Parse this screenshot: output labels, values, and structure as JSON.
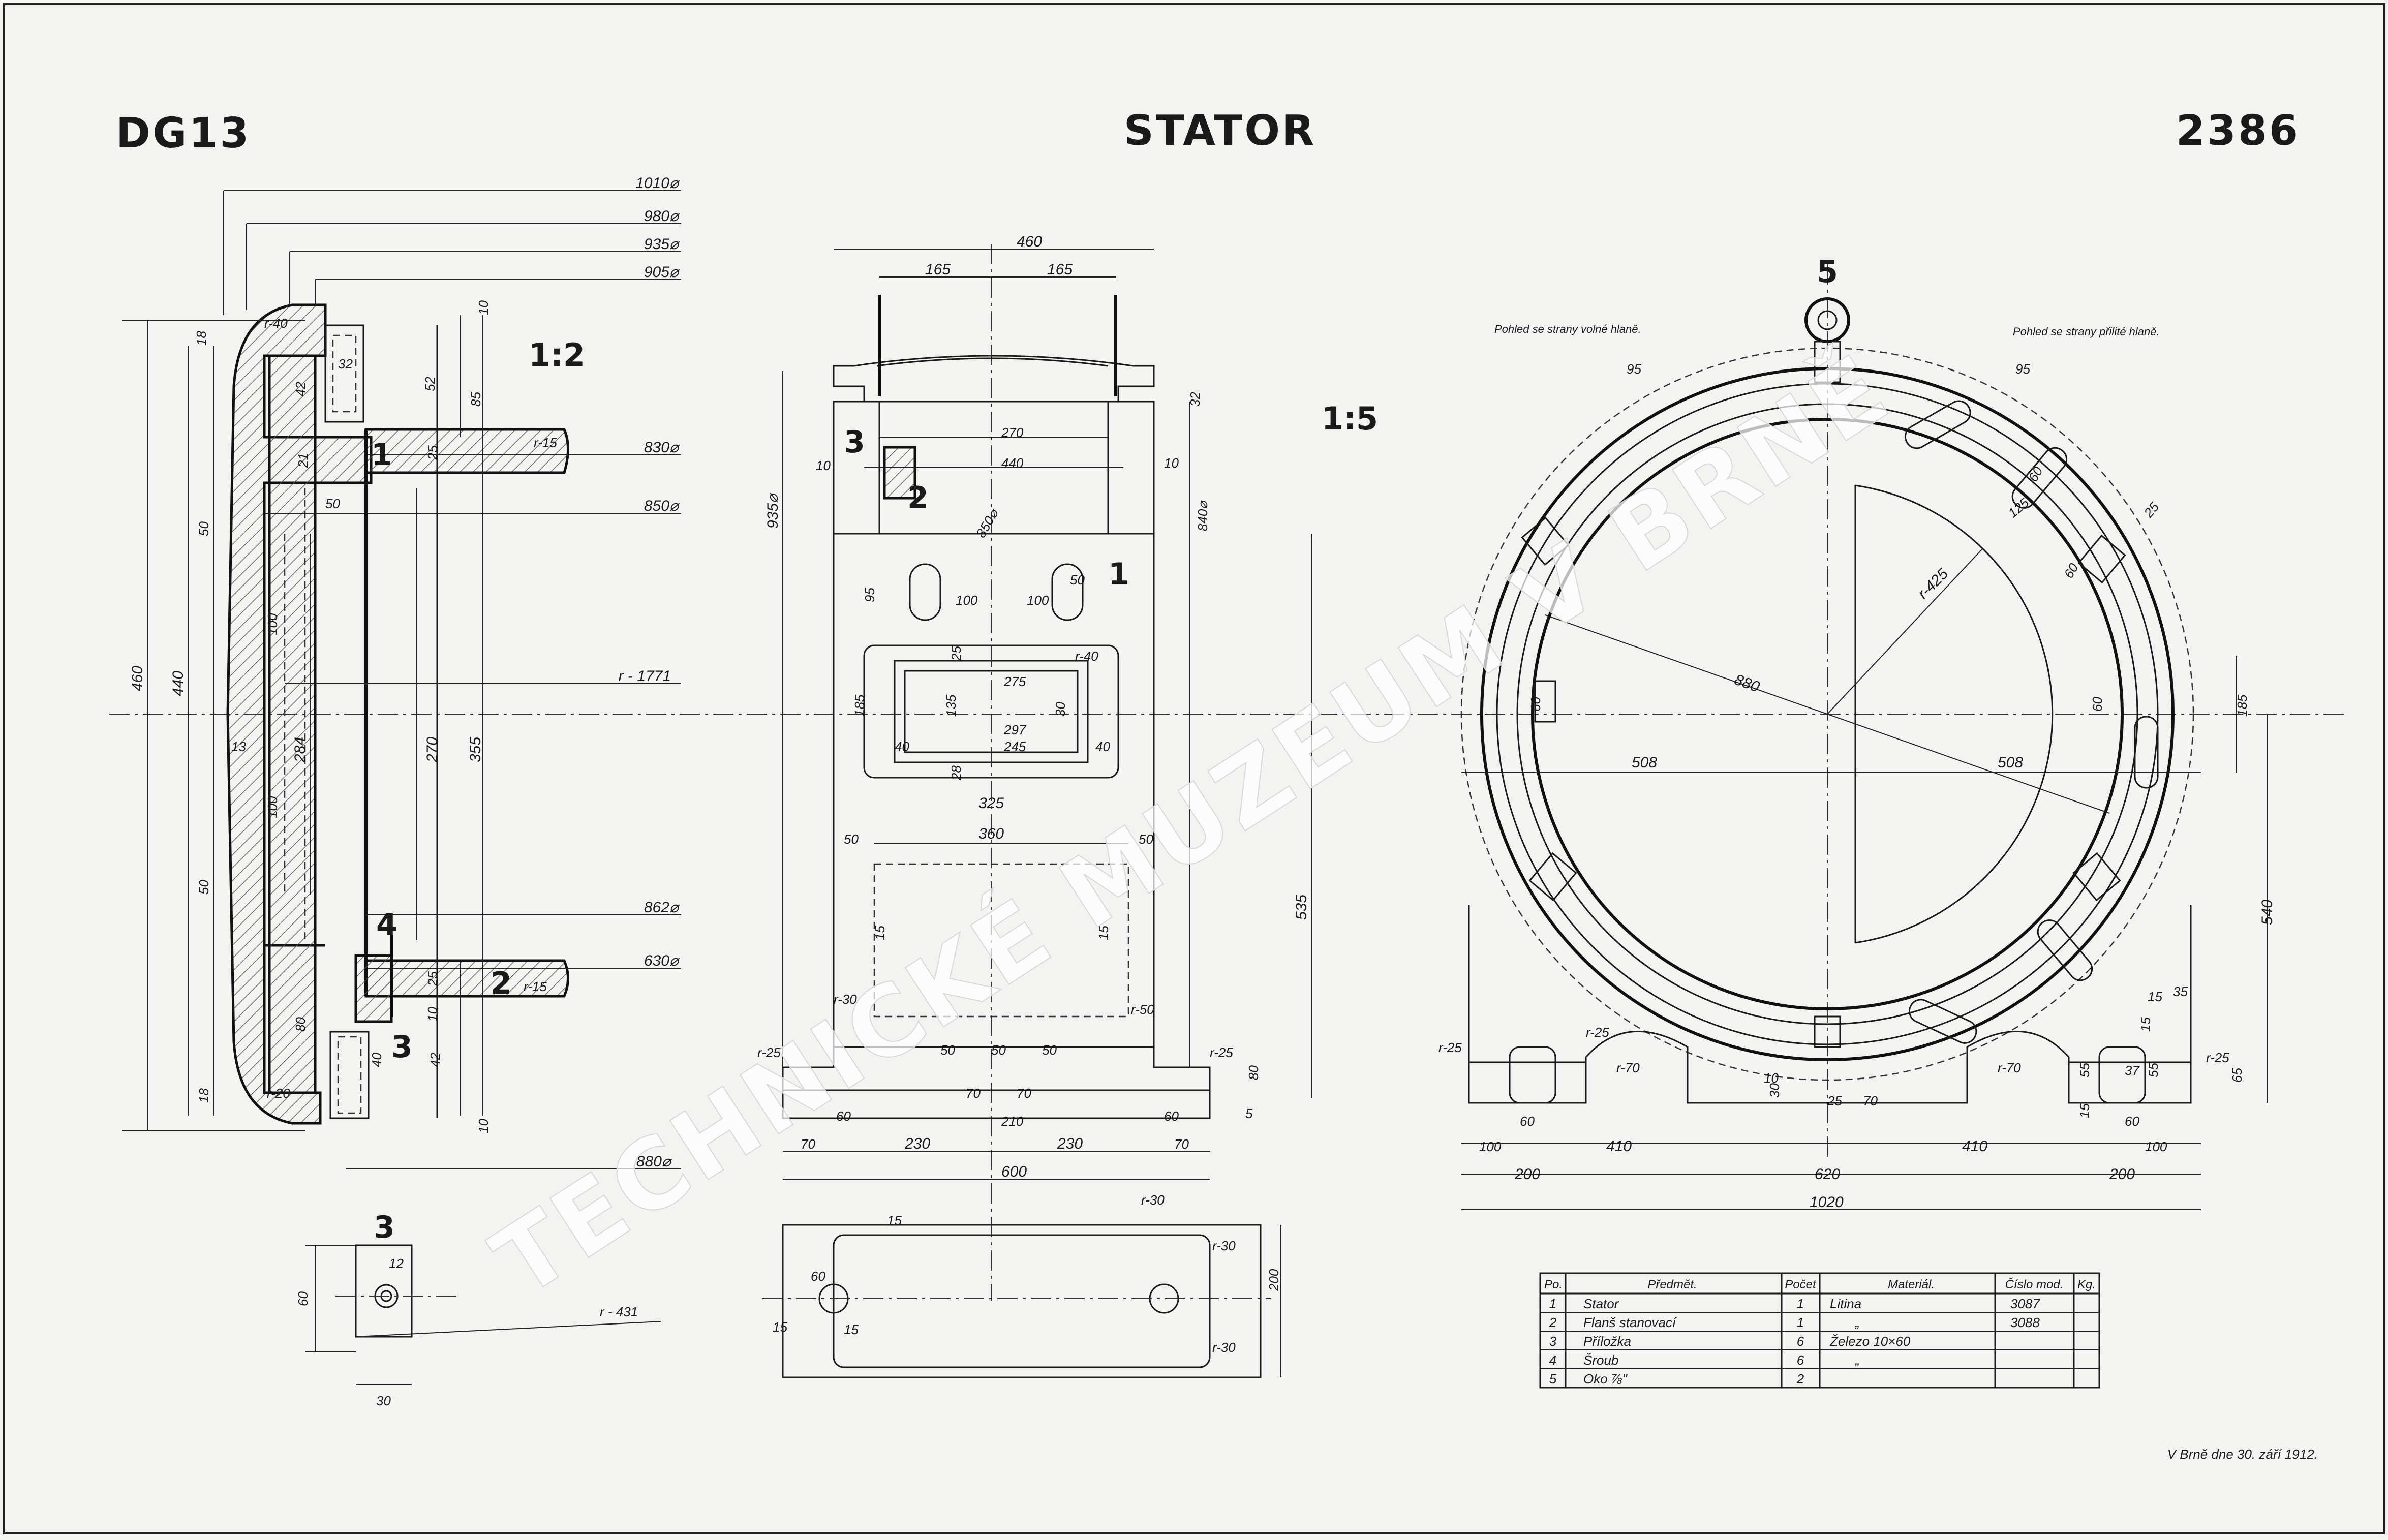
{
  "header": {
    "left": "DG13",
    "center": "STATOR",
    "right": "2386"
  },
  "scales": {
    "section": "1:2",
    "front": "1:5"
  },
  "part_numbers": {
    "section": [
      "1",
      "4",
      "2",
      "3"
    ],
    "front": [
      "3",
      "2",
      "1"
    ],
    "detail": "3",
    "side": "5"
  },
  "view_notes": {
    "left": "Pohled se strany volné hlaně.",
    "right": "Pohled se strany přilité hlaně."
  },
  "dims_section": {
    "d1010": "1010⌀",
    "d980": "980⌀",
    "d935": "935⌀",
    "d905": "905⌀",
    "d830": "830⌀",
    "d850": "850⌀",
    "r1771": "r - 1771",
    "d862": "862⌀",
    "d830b": "630⌀",
    "d880": "880⌀",
    "h460": "460",
    "h440": "440",
    "v18a": "18",
    "v18b": "18",
    "v50a": "50",
    "v50b": "50",
    "v100a": "100",
    "v100b": "100",
    "v13": "13",
    "v284": "284",
    "v270": "270",
    "v355": "355",
    "v42a": "42",
    "v52": "52",
    "v85": "85",
    "v21": "21",
    "v25a": "25",
    "v25b": "25",
    "v50c": "50",
    "v80": "80",
    "v40": "40",
    "v42b": "42",
    "v10a": "10",
    "v10b": "10",
    "v10c": "10",
    "v32": "32",
    "r40": "r-40",
    "r20": "r-20",
    "r15a": "r-15",
    "r15b": "r-15"
  },
  "dims_detail": {
    "w12": "12",
    "h60": "60",
    "w30": "30",
    "r431": "r - 431"
  },
  "dims_front": {
    "w460": "460",
    "w165a": "165",
    "w165b": "165",
    "w270": "270",
    "w440": "440",
    "w10a": "10",
    "w10b": "10",
    "h935": "935⌀",
    "h840": "840⌀",
    "d850": "850⌀",
    "h32": "32",
    "h95": "95",
    "w100a": "100",
    "w100b": "100",
    "w50": "50",
    "h185": "185",
    "w275": "275",
    "h135": "135",
    "h30": "30",
    "w297": "297",
    "w245": "245",
    "w40a": "40",
    "w40b": "40",
    "h25": "25",
    "h28": "28",
    "w325": "325",
    "w360": "360",
    "w50a": "50",
    "w50b": "50",
    "h15a": "15",
    "h15b": "15",
    "h535": "535",
    "r30": "r-30",
    "r50": "r-50",
    "r25a": "r-25",
    "r25b": "r-25",
    "w50c": "50",
    "w50d": "50",
    "w50e": "50",
    "w70a": "70",
    "w70b": "70",
    "w210": "210",
    "h80": "80",
    "w60a": "60",
    "w60b": "60",
    "w70c": "70",
    "w230a": "230",
    "w230b": "230",
    "w70d": "70",
    "w600": "600",
    "h200": "200",
    "h15c": "15",
    "h15d": "15",
    "h15e": "15",
    "r30b": "r-30",
    "r30c": "r-30",
    "r30d": "r-30",
    "h60": "60",
    "r40": "r-40",
    "h5": "5"
  },
  "dims_side": {
    "w95a": "95",
    "w95b": "95",
    "w60a": "60",
    "w125": "125",
    "w25": "25",
    "h60a": "60",
    "r425": "r-425",
    "d880": "880",
    "w508a": "508",
    "w508b": "508",
    "h60b": "60",
    "h185": "185",
    "h60c": "60",
    "h540": "540",
    "h30": "30",
    "w25b": "25",
    "w70": "70",
    "r25a": "r-25",
    "r25b": "r-25",
    "r25c": "r-25",
    "r70a": "r-70",
    "r70b": "r-70",
    "w60b": "60",
    "w60c": "60",
    "h55a": "55",
    "h55b": "55",
    "w15": "15",
    "w35": "35",
    "h15a": "15",
    "h15b": "15",
    "h65": "65",
    "w100a": "100",
    "w410a": "410",
    "w410b": "410",
    "w100b": "100",
    "w200a": "200",
    "w620": "620",
    "w200b": "200",
    "w1020": "1020",
    "h37": "37",
    "h10": "10"
  },
  "parts_table": {
    "headers": [
      "Po.",
      "Předmět.",
      "Počet",
      "Materiál.",
      "Číslo mod.",
      "Kg."
    ],
    "rows": [
      [
        "1",
        "Stator",
        "1",
        "Litina",
        "3087",
        ""
      ],
      [
        "2",
        "Flanš stanovací",
        "1",
        "„",
        "3088",
        ""
      ],
      [
        "3",
        "Příložka",
        "6",
        "Železo 10×60",
        "",
        ""
      ],
      [
        "4",
        "Šroub",
        "6",
        "„",
        "",
        ""
      ],
      [
        "5",
        "Oko ⅞\"",
        "2",
        "",
        "",
        ""
      ]
    ]
  },
  "signature": "V Brně dne 30. září 1912.",
  "watermark": "TECHNICKÉ MUZEUM V BRNĚ"
}
